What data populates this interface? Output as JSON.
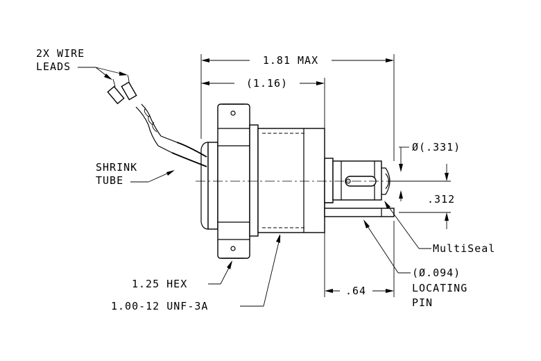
{
  "labels": {
    "wire_leads_line1": "2X WIRE",
    "wire_leads_line2": "LEADS",
    "shrink_line1": "SHRINK",
    "shrink_line2": "TUBE",
    "hex": "1.25 HEX",
    "thread": "1.00-12 UNF-3A",
    "multiseal": "MultiSeal",
    "pin_line1": "(Ø.094)",
    "pin_line2": "LOCATING",
    "pin_line3": "PIN"
  },
  "dimensions": {
    "overall_length": "1.81 MAX",
    "body_length": "(1.16)",
    "tip_diameter": "Ø(.331)",
    "pin_offset": ".312",
    "pin_length": ".64"
  }
}
